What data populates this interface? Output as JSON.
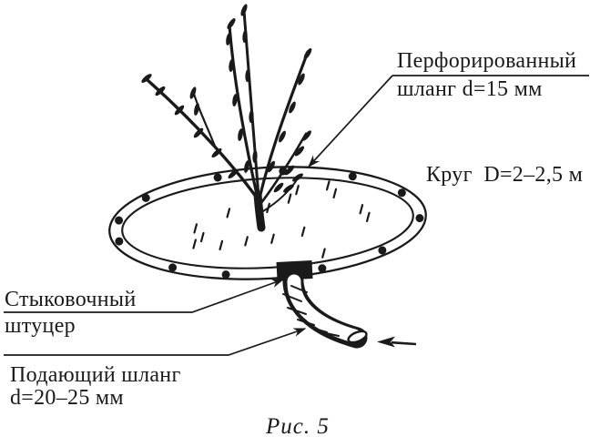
{
  "figure": {
    "caption": "Рис. 5",
    "labels": {
      "perforated_hose": {
        "line1": "Перфорированный",
        "line2": "шланг d=15 мм"
      },
      "circle_diameter": "Круг  D=2–2,5 м",
      "fitting": {
        "line1": "Стыковочный",
        "line2": "штуцер"
      },
      "supply_hose": {
        "line1": "Подающий шланг",
        "line2": "d=20–25 мм"
      }
    }
  },
  "colors": {
    "ink": "#1a1a1a",
    "background": "#ffffff"
  }
}
